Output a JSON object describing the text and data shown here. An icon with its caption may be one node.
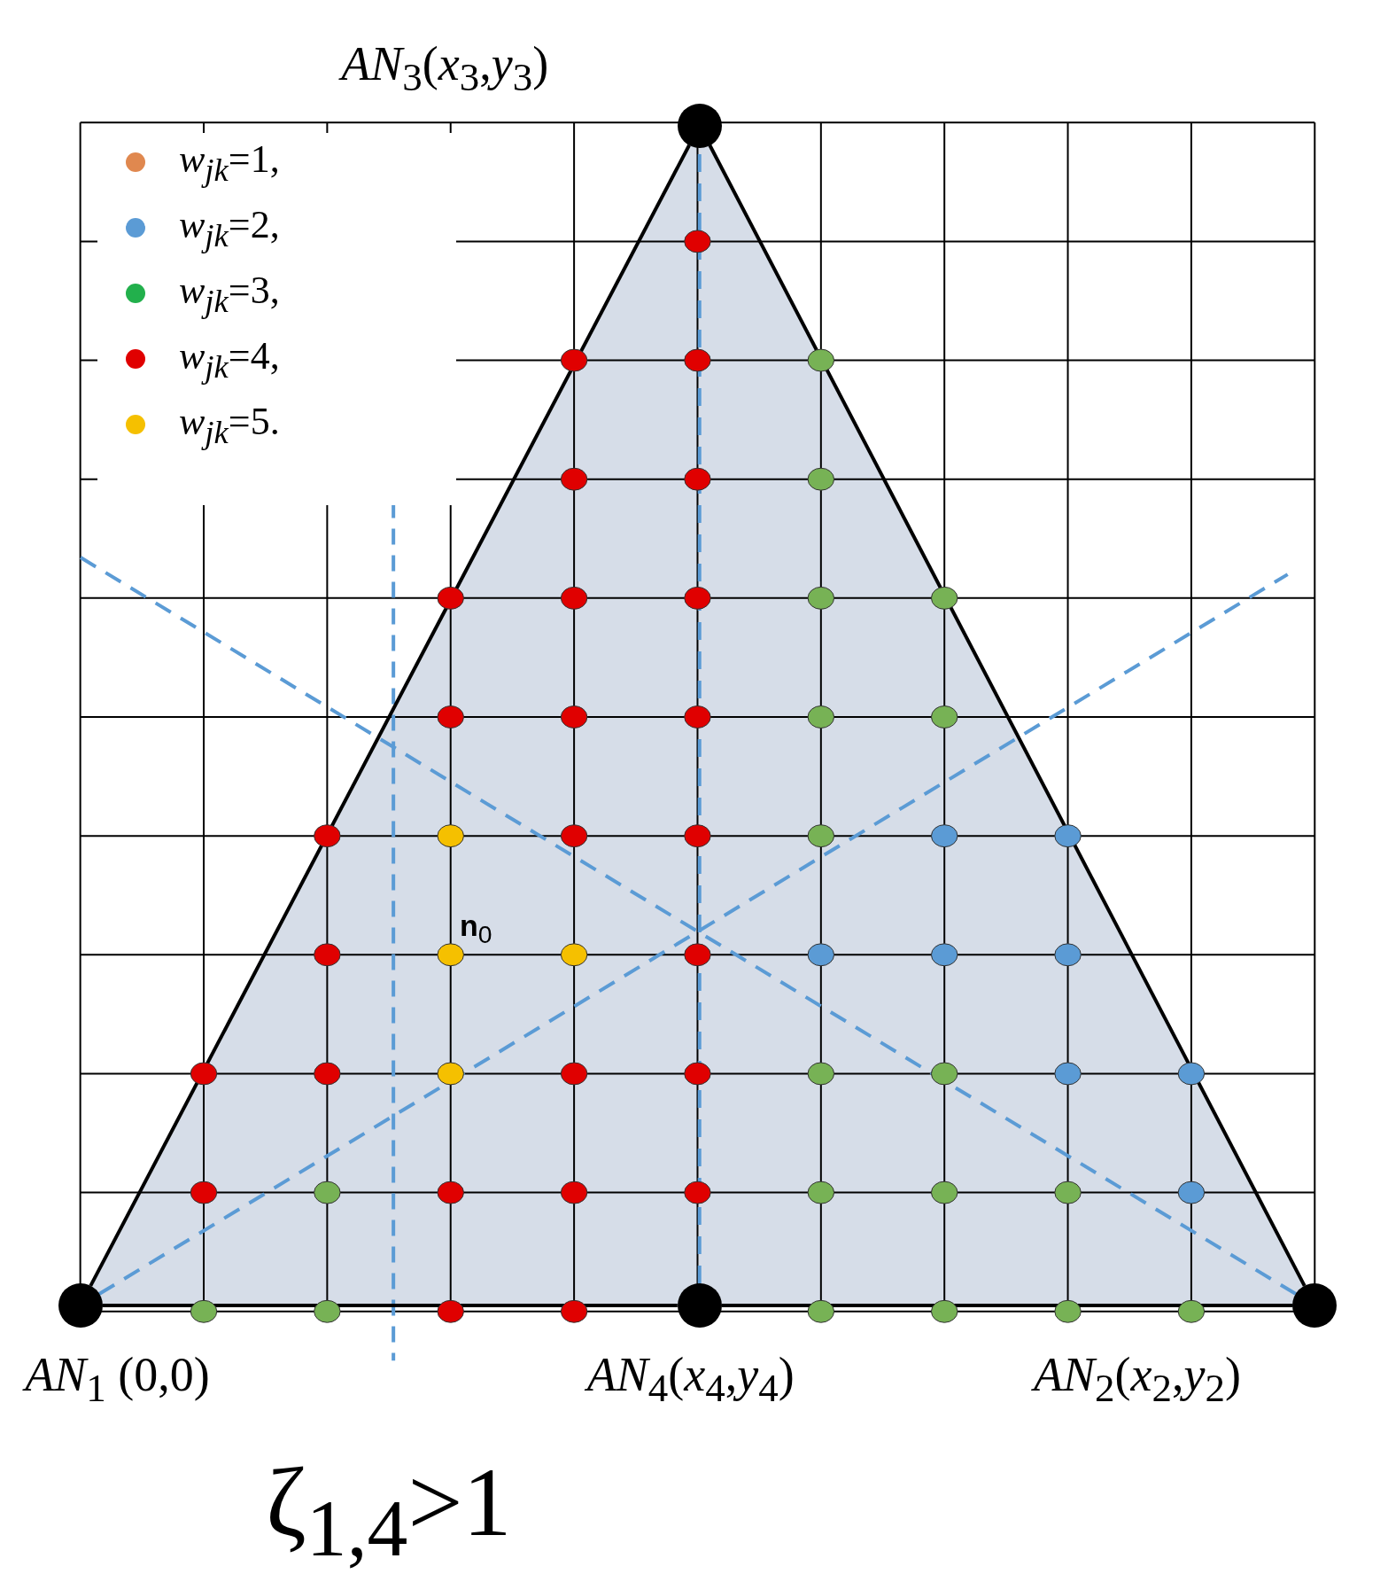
{
  "diagram": {
    "nodes": [
      {
        "text": [
          "*AN*$_{3}$(*x*$_{3}$,*y*$_{3}$)"
        ]
      },
      {
        "text": [
          "*AN*$_{1}$ (0,0)"
        ]
      },
      {
        "text": [
          "*AN*$_{4}$(*x*$_{4}$,*y*$_{4}$)"
        ]
      },
      {
        "text": [
          "*AN*$_{2}$(*x*$_{2}$,*y*$_{2}$)"
        ]
      }
    ],
    "edges": [
      {
        "from": 1,
        "to": 0,
        "arrow": "none"
      },
      {
        "from": 0,
        "to": 3,
        "arrow": "none"
      },
      {
        "from": 1,
        "to": 2,
        "arrow": "none"
      },
      {
        "from": 2,
        "to": 3,
        "arrow": "none"
      },
      {
        "from": 2,
        "to": 0,
        "arrow": "none",
        "style": "dashed",
        "color": "#5b9bd5"
      },
      {
        "from": 1,
        "to": null,
        "arrow": "none",
        "style": "dashed",
        "color": "#5b9bd5"
      },
      {
        "from": 3,
        "to": null,
        "arrow": "none",
        "style": "dashed",
        "color": "#5b9bd5"
      }
    ],
    "labels": [
      "**n**$_{0}$",
      "ζ$_{1,4}$>1"
    ],
    "legend": [
      {
        "text": "*w*$_{jk}$=1,",
        "color": "#e0884f"
      },
      {
        "text": "*w*$_{jk}$=2,",
        "color": "#5b9bd5"
      },
      {
        "text": "*w*$_{jk}$=3,",
        "color": "#22b04c"
      },
      {
        "text": "*w*$_{jk}$=4,",
        "color": "#e00000"
      },
      {
        "text": "*w*$_{jk}$=5.",
        "color": "#f5c000"
      }
    ]
  }
}
